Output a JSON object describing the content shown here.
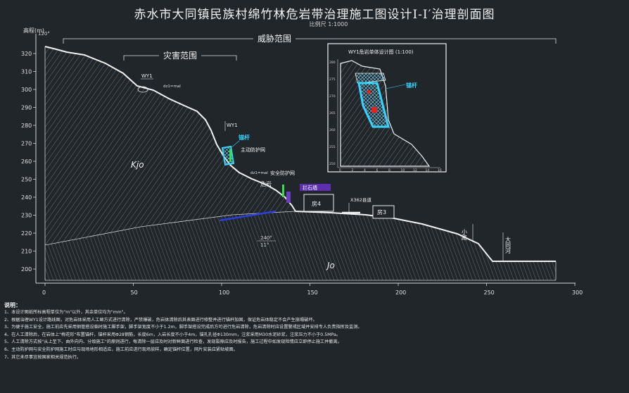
{
  "title": "赤水市大同镇民族村绵竹林危岩带治理施工图设计Ⅰ-Ⅰ′治理剖面图",
  "scale": "比例尺 1:1000",
  "axes": {
    "y_label": "高程(m)",
    "y_ticks": [
      "320",
      "310",
      "300",
      "290",
      "280",
      "270",
      "260",
      "250",
      "240",
      "230",
      "220",
      "210",
      "200"
    ],
    "x_ticks": [
      "0",
      "50",
      "100",
      "150",
      "200",
      "250",
      "300"
    ]
  },
  "labels": {
    "threat_range": "威胁范围",
    "disaster_range": "灾害范围",
    "wy1_top": "WY1",
    "wy1_mid": "WY1",
    "rock_upper": "Kjo",
    "rock_lower": "Jo",
    "dangerous_rock": "危岩",
    "anchor": "锚杆",
    "active_net": "主动防护网",
    "passive_net": "安全防护网",
    "protect_wall": "拦石墙",
    "house4": "房4",
    "house3": "房3",
    "road_x": "X362县道",
    "small_road": "小路",
    "datong_river": "大同河",
    "angle_top": "120°",
    "angle_bottom": "240°",
    "angle_small": "11°",
    "bedding_1": "dz1=mal",
    "bedding_2": "dz1=mal"
  },
  "inset": {
    "title": "WY1危岩单体设计图 (1:100)",
    "anchor_label": "锚杆",
    "y_ticks": [
      "280",
      "275",
      "270",
      "265",
      "260",
      "255",
      "250"
    ],
    "x_ticks": [
      "0",
      "2",
      "4",
      "6",
      "8",
      "10",
      "12",
      "14",
      "16"
    ]
  },
  "notes": {
    "heading": "说明：",
    "lines": [
      "1、本设计图纸所标高程单位为\"m\"以外，其余单位均为\"mm\"。",
      "2、根据治理WY1设计路线图，对危岩体采用人工凿方式进行清除，严禁爆破，危岩体清除后其表面进行修整并进行锚杆加固，保证危岩体稳定不会产生崩塌破坏。",
      "3、为便于施工安全，施工前应先采用钢管搭设临时施工脚手架，脚手架宽度不小于1.2m，脚手架搭设完成后方可进行危岩清除，危岩清除时应设置警戒区域并安排专人负责指挥及监测。",
      "4、在人工清除后，在岩体上\"梅花形\"布置锚杆，锚杆采用Φ28钢筋，长度6m，入岩长度不小于4m，锚孔孔径Φ130mm，注浆采用M30水泥砂浆，注浆压力不小于0.5MPa。",
      "5、人工清除方式按\"从上至下、由外向内、分级施工\"的原则进行，每清除一层应及时对新鲜面进行检查，发现裂隙应及时报告，施工过程中如发现险情应立即停止施工并撤离。",
      "6、主动防护网与安全防护网施工时应与现场地形相适应，施工前应进行现场放样，确定锚杆位置，网片安装应紧贴坡面。",
      "7、其它未尽事宜按国家相关规范执行。"
    ]
  }
}
